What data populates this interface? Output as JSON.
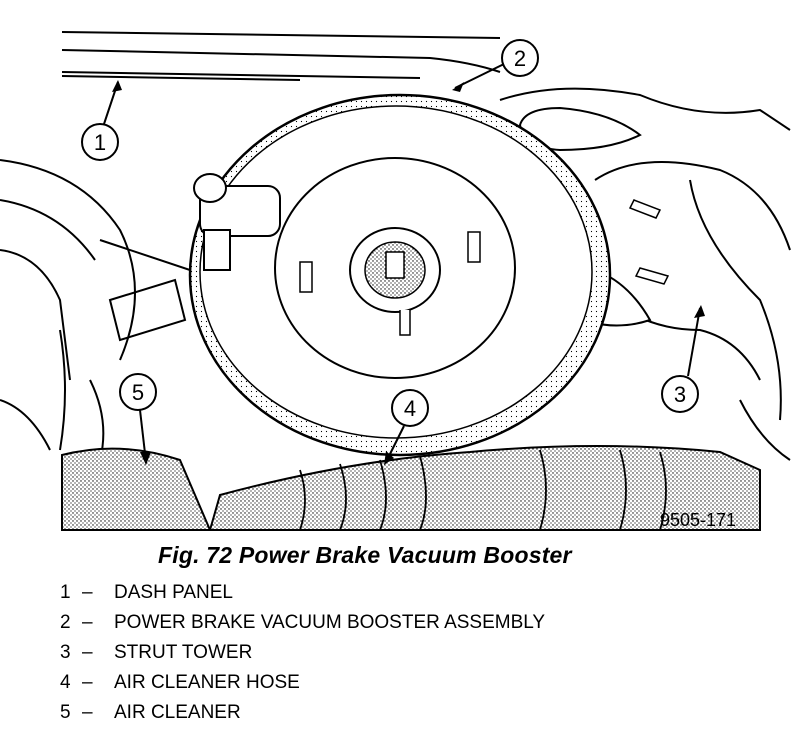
{
  "figure": {
    "drawing_code": "9505-171",
    "callouts": {
      "c1": "1",
      "c2": "2",
      "c3": "3",
      "c4": "4",
      "c5": "5"
    }
  },
  "caption": "Fig. 72 Power Brake Vacuum Booster",
  "legend": [
    {
      "num": "1",
      "dash": "–",
      "label": "DASH PANEL"
    },
    {
      "num": "2",
      "dash": "–",
      "label": "POWER BRAKE VACUUM BOOSTER ASSEMBLY"
    },
    {
      "num": "3",
      "dash": "–",
      "label": "STRUT TOWER"
    },
    {
      "num": "4",
      "dash": "–",
      "label": "AIR CLEANER HOSE"
    },
    {
      "num": "5",
      "dash": "–",
      "label": "AIR CLEANER"
    }
  ]
}
